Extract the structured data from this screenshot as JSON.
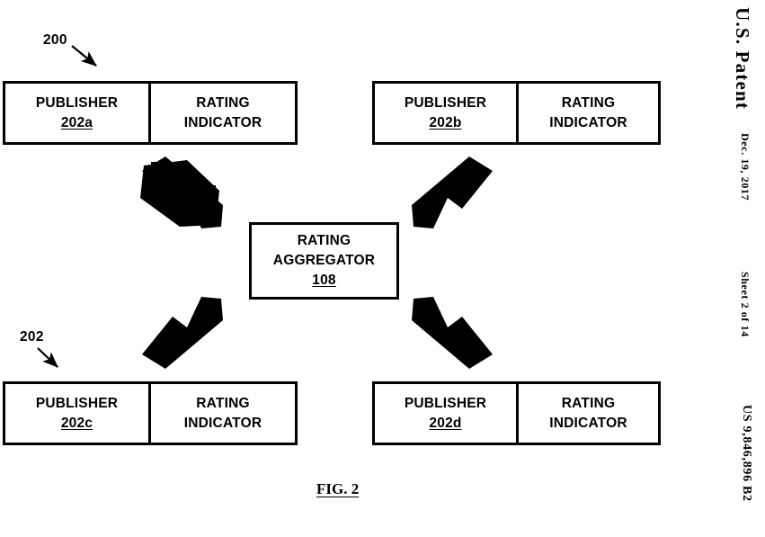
{
  "document": {
    "figure_caption": "FIG. 2",
    "margin": {
      "patent_label": "U.S. Patent",
      "date": "Dec. 19, 2017",
      "sheet": "Sheet 2 of 14",
      "patent_number": "US 9,846,896 B2"
    }
  },
  "diagram": {
    "reference_numerals": {
      "system": "200",
      "publishers_group": "202"
    },
    "aggregator": {
      "line1": "RATING",
      "line2": "AGGREGATOR",
      "numeral": "108"
    },
    "publishers": [
      {
        "id": "publisher-202a",
        "position": "top-left",
        "left_cell": {
          "title": "PUBLISHER",
          "numeral": "202a"
        },
        "right_cell": {
          "line1": "RATING",
          "line2": "INDICATOR"
        }
      },
      {
        "id": "publisher-202b",
        "position": "top-right",
        "left_cell": {
          "title": "PUBLISHER",
          "numeral": "202b"
        },
        "right_cell": {
          "line1": "RATING",
          "line2": "INDICATOR"
        }
      },
      {
        "id": "publisher-202c",
        "position": "bottom-left",
        "left_cell": {
          "title": "PUBLISHER",
          "numeral": "202c"
        },
        "right_cell": {
          "line1": "RATING",
          "line2": "INDICATOR"
        }
      },
      {
        "id": "publisher-202d",
        "position": "bottom-right",
        "left_cell": {
          "title": "PUBLISHER",
          "numeral": "202d"
        },
        "right_cell": {
          "line1": "RATING",
          "line2": "INDICATOR"
        }
      }
    ],
    "arrows": [
      {
        "id": "arrow-202a-to-aggregator",
        "direction": "down-right"
      },
      {
        "id": "arrow-202b-to-aggregator",
        "direction": "down-left"
      },
      {
        "id": "arrow-202c-to-aggregator",
        "direction": "up-right"
      },
      {
        "id": "arrow-202d-to-aggregator",
        "direction": "up-left"
      }
    ],
    "colors": {
      "ink": "#000000",
      "paper": "#ffffff"
    }
  }
}
